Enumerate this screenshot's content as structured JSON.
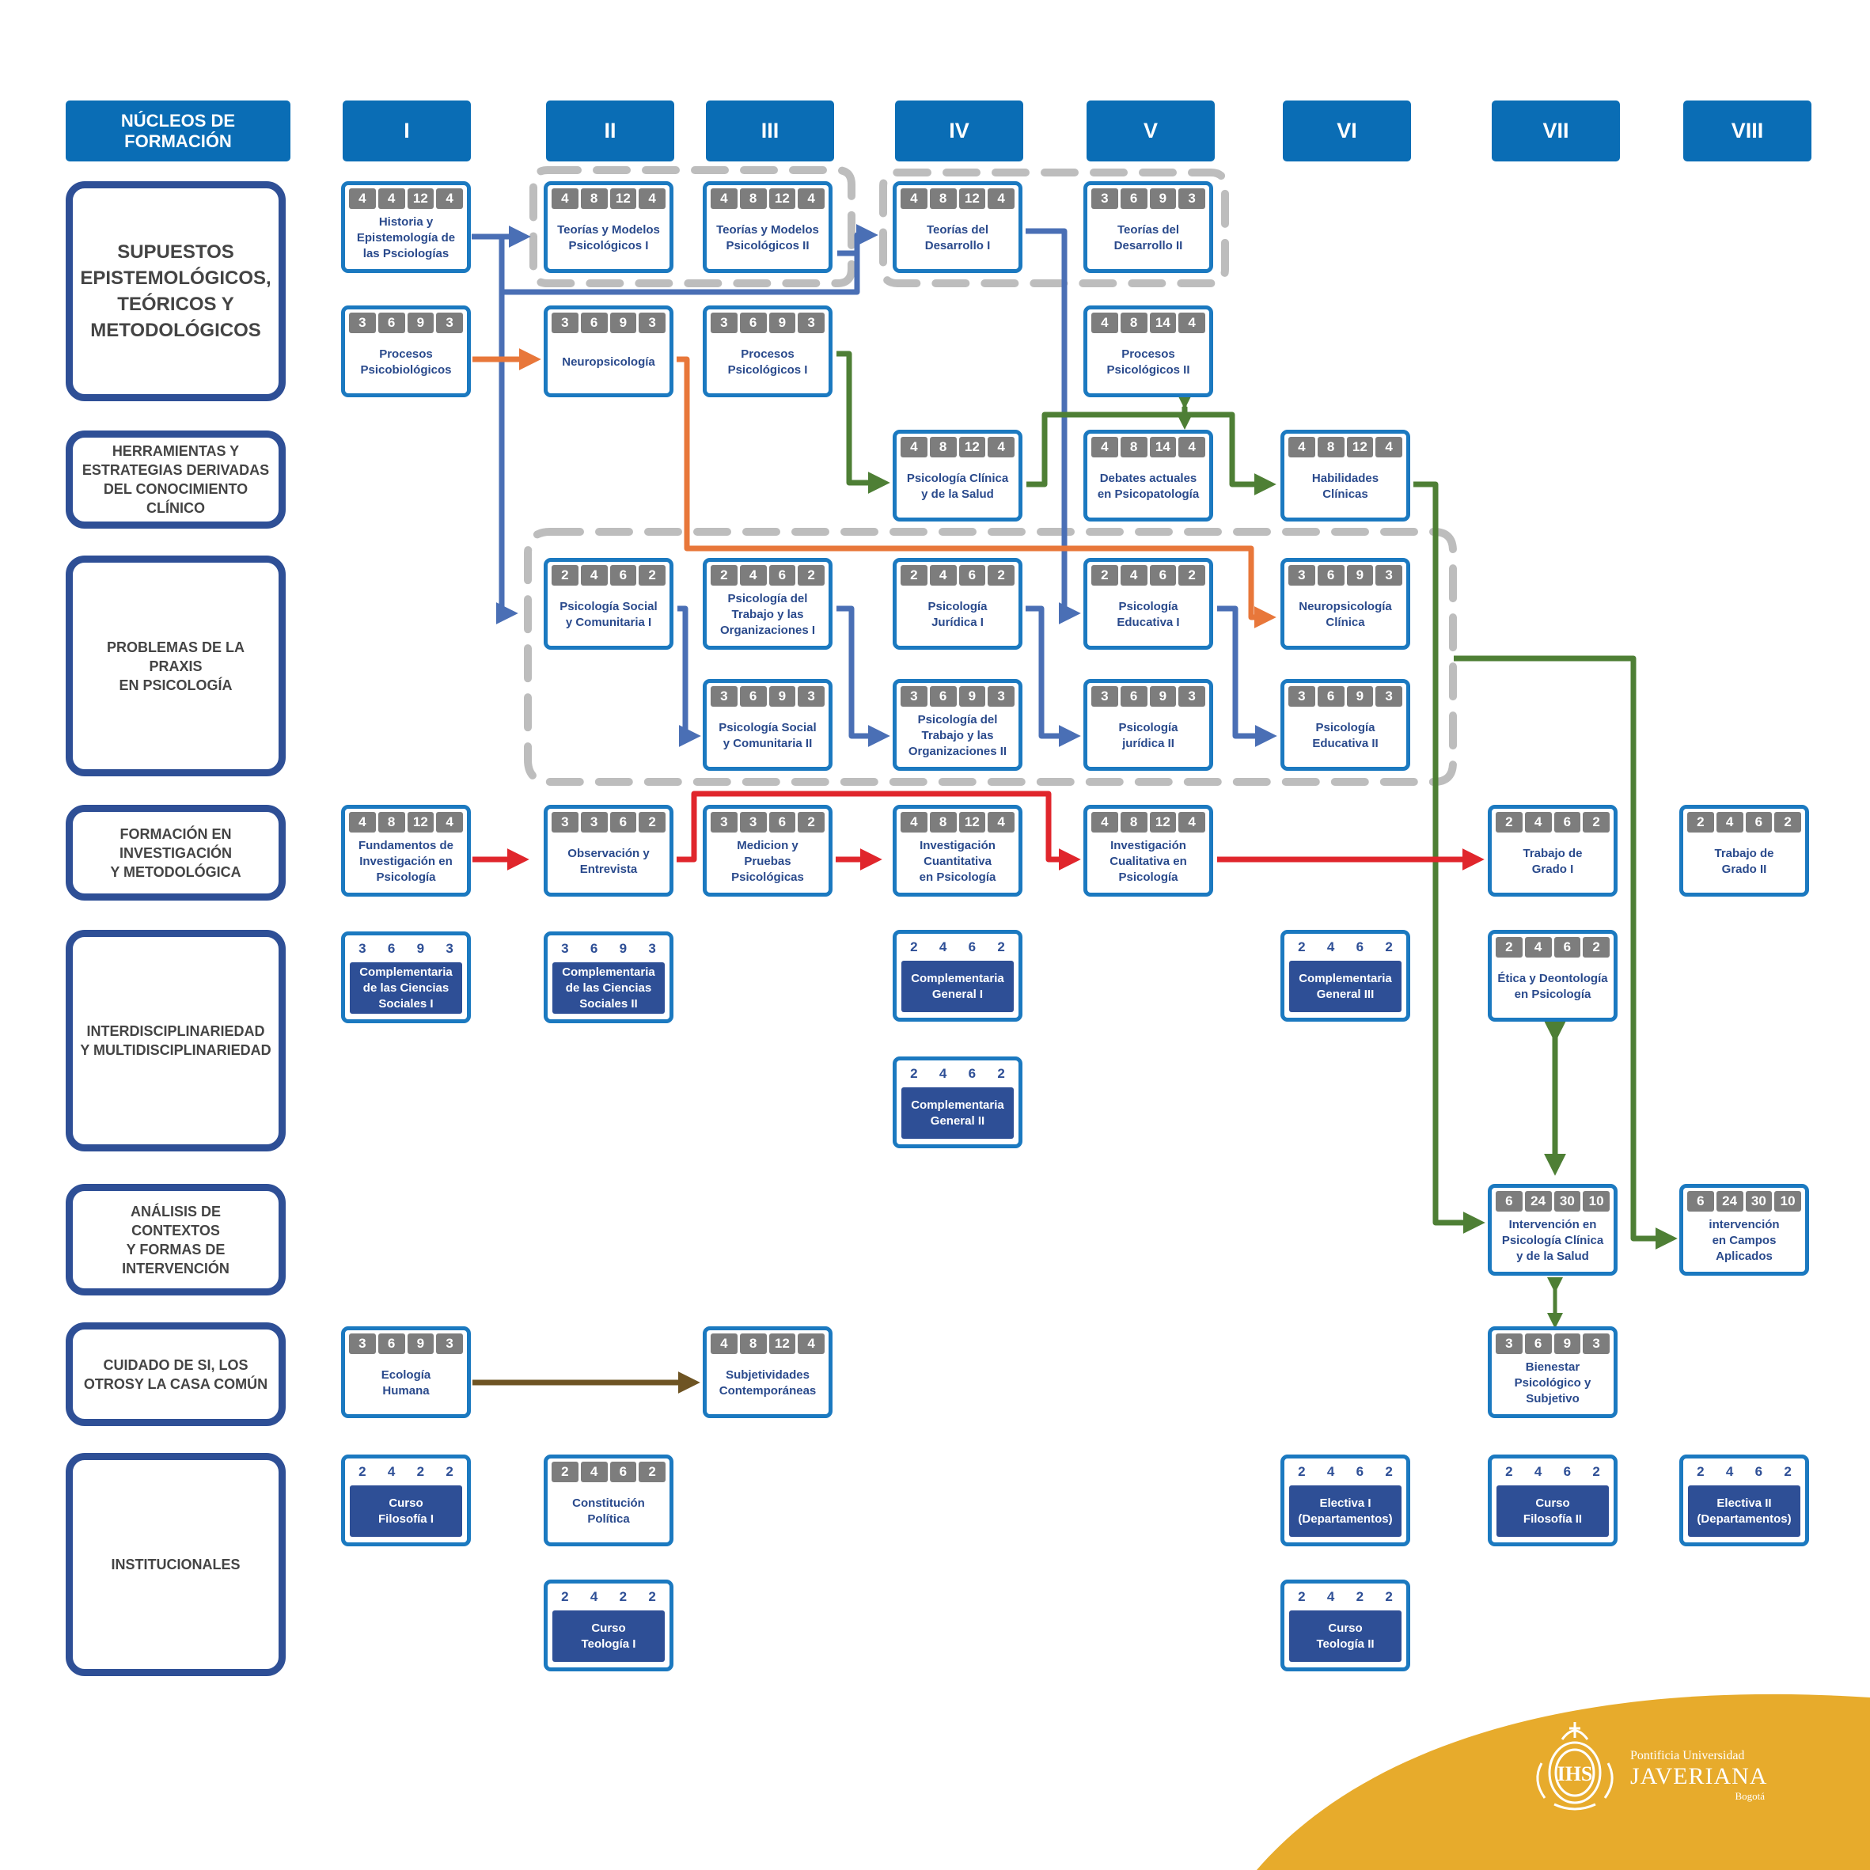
{
  "header": {
    "nucleos_label": "NÚCLEOS DE\nFORMACIÓN",
    "semesters": [
      "I",
      "II",
      "III",
      "IV",
      "V",
      "VI",
      "VII",
      "VIII"
    ]
  },
  "rows": [
    "SUPUESTOS\nEPISTEMOLÓGICOS,\nTEÓRICOS Y\nMETODOLÓGICOS",
    "HERRAMIENTAS Y\nESTRATEGIAS DERIVADAS\nDEL CONOCIMIENTO\nCLÍNICO",
    "PROBLEMAS DE LA\nPRAXIS\nEN PSICOLOGÍA",
    "FORMACIÓN EN\nINVESTIGACIÓN\nY METODOLÓGICA",
    "INTERDISCIPLINARIEDAD\nY MULTIDISCIPLINARIEDAD",
    "ANÁLISIS DE\nCONTEXTOS\nY FORMAS DE\nINTERVENCIÓN",
    "CUIDADO DE SI, LOS\nOTROSY LA CASA COMÚN",
    "INSTITUCIONALES"
  ],
  "courses": [
    {
      "name": "Historia y\nEpistemología de\nlas Psciologías",
      "credits": [
        "4",
        "4",
        "12",
        "4"
      ],
      "style": "light"
    },
    {
      "name": "Teorías y Modelos\nPsicológicos I",
      "credits": [
        "4",
        "8",
        "12",
        "4"
      ],
      "style": "light"
    },
    {
      "name": "Teorías y Modelos\nPsicológicos II",
      "credits": [
        "4",
        "8",
        "12",
        "4"
      ],
      "style": "light"
    },
    {
      "name": "Teorías del\nDesarrollo I",
      "credits": [
        "4",
        "8",
        "12",
        "4"
      ],
      "style": "light"
    },
    {
      "name": "Teorías del\nDesarrollo II",
      "credits": [
        "3",
        "6",
        "9",
        "3"
      ],
      "style": "light"
    },
    {
      "name": "Procesos\nPsicobiológicos",
      "credits": [
        "3",
        "6",
        "9",
        "3"
      ],
      "style": "light"
    },
    {
      "name": "Neuropsicología",
      "credits": [
        "3",
        "6",
        "9",
        "3"
      ],
      "style": "light"
    },
    {
      "name": "Procesos\nPsicológicos I",
      "credits": [
        "3",
        "6",
        "9",
        "3"
      ],
      "style": "light"
    },
    {
      "name": "Procesos\nPsicológicos II",
      "credits": [
        "4",
        "8",
        "14",
        "4"
      ],
      "style": "light"
    },
    {
      "name": "Psicología Clínica\ny de la Salud",
      "credits": [
        "4",
        "8",
        "12",
        "4"
      ],
      "style": "light"
    },
    {
      "name": "Debates actuales\nen Psicopatología",
      "credits": [
        "4",
        "8",
        "14",
        "4"
      ],
      "style": "light"
    },
    {
      "name": "Habilidades\nClínicas",
      "credits": [
        "4",
        "8",
        "12",
        "4"
      ],
      "style": "light"
    },
    {
      "name": "Psicología Social\ny Comunitaria I",
      "credits": [
        "2",
        "4",
        "6",
        "2"
      ],
      "style": "light"
    },
    {
      "name": "Psicología del\nTrabajo y las\nOrganizaciones I",
      "credits": [
        "2",
        "4",
        "6",
        "2"
      ],
      "style": "light"
    },
    {
      "name": "Psicología\nJurídica I",
      "credits": [
        "2",
        "4",
        "6",
        "2"
      ],
      "style": "light"
    },
    {
      "name": "Psicología\nEducativa I",
      "credits": [
        "2",
        "4",
        "6",
        "2"
      ],
      "style": "light"
    },
    {
      "name": "Neuropsicología\nClínica",
      "credits": [
        "3",
        "6",
        "9",
        "3"
      ],
      "style": "light"
    },
    {
      "name": "Psicología Social\ny Comunitaria II",
      "credits": [
        "3",
        "6",
        "9",
        "3"
      ],
      "style": "light"
    },
    {
      "name": "Psicología del\nTrabajo y las\nOrganizaciones II",
      "credits": [
        "3",
        "6",
        "9",
        "3"
      ],
      "style": "light"
    },
    {
      "name": "Psicología\njurídica II",
      "credits": [
        "3",
        "6",
        "9",
        "3"
      ],
      "style": "light"
    },
    {
      "name": "Psicología\nEducativa II",
      "credits": [
        "3",
        "6",
        "9",
        "3"
      ],
      "style": "light"
    },
    {
      "name": "Fundamentos de\nInvestigación en\nPsicología",
      "credits": [
        "4",
        "8",
        "12",
        "4"
      ],
      "style": "light"
    },
    {
      "name": "Observación y\nEntrevista",
      "credits": [
        "3",
        "3",
        "6",
        "2"
      ],
      "style": "light"
    },
    {
      "name": "Medicion y\nPruebas\nPsicológicas",
      "credits": [
        "3",
        "3",
        "6",
        "2"
      ],
      "style": "light"
    },
    {
      "name": "Investigación\nCuantitativa\nen Psicología",
      "credits": [
        "4",
        "8",
        "12",
        "4"
      ],
      "style": "light"
    },
    {
      "name": "Investigación\nCualitativa en\nPsicología",
      "credits": [
        "4",
        "8",
        "12",
        "4"
      ],
      "style": "light"
    },
    {
      "name": "Trabajo de\nGrado I",
      "credits": [
        "2",
        "4",
        "6",
        "2"
      ],
      "style": "light"
    },
    {
      "name": "Trabajo de\nGrado II",
      "credits": [
        "2",
        "4",
        "6",
        "2"
      ],
      "style": "light"
    },
    {
      "name": "Complementaria\nde las Ciencias\nSociales I",
      "credits": [
        "3",
        "6",
        "9",
        "3"
      ],
      "style": "dark"
    },
    {
      "name": "Complementaria\nde las Ciencias\nSociales II",
      "credits": [
        "3",
        "6",
        "9",
        "3"
      ],
      "style": "dark"
    },
    {
      "name": "Complementaria\nGeneral I",
      "credits": [
        "2",
        "4",
        "6",
        "2"
      ],
      "style": "dark"
    },
    {
      "name": "Complementaria\nGeneral III",
      "credits": [
        "2",
        "4",
        "6",
        "2"
      ],
      "style": "dark"
    },
    {
      "name": "Ética y Deontología\nen Psicología",
      "credits": [
        "2",
        "4",
        "6",
        "2"
      ],
      "style": "light"
    },
    {
      "name": "Complementaria\nGeneral II",
      "credits": [
        "2",
        "4",
        "6",
        "2"
      ],
      "style": "dark"
    },
    {
      "name": "Intervención en\nPsicología Clínica\ny de la Salud",
      "credits": [
        "6",
        "24",
        "30",
        "10"
      ],
      "style": "light"
    },
    {
      "name": "intervención\nen Campos\nAplicados",
      "credits": [
        "6",
        "24",
        "30",
        "10"
      ],
      "style": "light"
    },
    {
      "name": "Ecología\nHumana",
      "credits": [
        "3",
        "6",
        "9",
        "3"
      ],
      "style": "light"
    },
    {
      "name": "Subjetividades\nContemporáneas",
      "credits": [
        "4",
        "8",
        "12",
        "4"
      ],
      "style": "light"
    },
    {
      "name": "Bienestar\nPsicológico y\nSubjetivo",
      "credits": [
        "3",
        "6",
        "9",
        "3"
      ],
      "style": "light"
    },
    {
      "name": "Curso\nFilosofía I",
      "credits": [
        "2",
        "4",
        "2",
        "2"
      ],
      "style": "dark"
    },
    {
      "name": "Constitución\nPolítica",
      "credits": [
        "2",
        "4",
        "6",
        "2"
      ],
      "style": "light"
    },
    {
      "name": "Electiva I\n(Departamentos)",
      "credits": [
        "2",
        "4",
        "6",
        "2"
      ],
      "style": "dark"
    },
    {
      "name": "Curso\nFilosofía II",
      "credits": [
        "2",
        "4",
        "6",
        "2"
      ],
      "style": "dark"
    },
    {
      "name": "Electiva II\n(Departamentos)",
      "credits": [
        "2",
        "4",
        "6",
        "2"
      ],
      "style": "dark"
    },
    {
      "name": "Curso\nTeología I",
      "credits": [
        "2",
        "4",
        "2",
        "2"
      ],
      "style": "dark"
    },
    {
      "name": "Curso\nTeología II",
      "credits": [
        "2",
        "4",
        "2",
        "2"
      ],
      "style": "dark"
    }
  ],
  "colors": {
    "header_blue": "#0a6db5",
    "row_border": "#2e4f96",
    "course_border": "#1b79c0",
    "arrow_blue": "#4a6fb5",
    "arrow_orange": "#e8773a",
    "arrow_green": "#4e7f35",
    "arrow_red": "#e0262c",
    "arrow_brown": "#6e5423",
    "dashed_group": "#bdbdbd",
    "logo_bg": "#e7ab2c"
  },
  "logo": {
    "monogram": "IHS",
    "line1": "Pontificia Universidad",
    "line2": "JAVERIANA",
    "line3": "Bogotá"
  }
}
